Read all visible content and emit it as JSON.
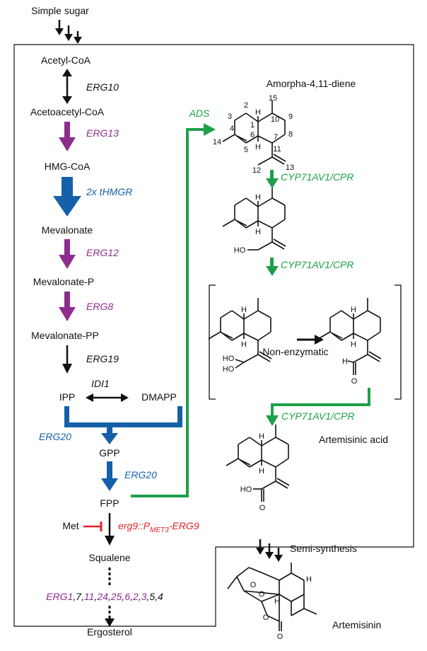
{
  "colors": {
    "purple": "#8e2d8e",
    "blue": "#1560a8",
    "green": "#1fa04a",
    "red": "#e0252a",
    "black": "#111111"
  },
  "pathway": {
    "simple_sugar": "Simple sugar",
    "acetyl_coa": "Acetyl-CoA",
    "erg10": "ERG10",
    "acetoacetyl_coa": "Acetoacetyl-CoA",
    "erg13": "ERG13",
    "hmg_coa": "HMG-CoA",
    "thmgr": "2x tHMGR",
    "mevalonate": "Mevalonate",
    "erg12": "ERG12",
    "mevalonate_p": "Mevalonate-P",
    "erg8": "ERG8",
    "mevalonate_pp": "Mevalonate-PP",
    "erg19": "ERG19",
    "ipp": "IPP",
    "idi1": "IDI1",
    "dmapp": "DMAPP",
    "erg20_a": "ERG20",
    "gpp": "GPP",
    "erg20_b": "ERG20",
    "fpp": "FPP",
    "met": "Met",
    "erg9_prefix": "erg9::P",
    "erg9_sub": "MET3",
    "erg9_suffix": "-ERG9",
    "squalene": "Squalene",
    "erg_list": [
      {
        "t": "ERG1",
        "c": "purple"
      },
      {
        "t": ",",
        "c": "black"
      },
      {
        "t": "7",
        "c": "black"
      },
      {
        "t": ",",
        "c": "black"
      },
      {
        "t": "11",
        "c": "purple"
      },
      {
        "t": ",",
        "c": "black"
      },
      {
        "t": "24",
        "c": "purple"
      },
      {
        "t": ",",
        "c": "black"
      },
      {
        "t": "25",
        "c": "purple"
      },
      {
        "t": ",",
        "c": "black"
      },
      {
        "t": "6",
        "c": "purple"
      },
      {
        "t": ",",
        "c": "black"
      },
      {
        "t": "2",
        "c": "purple"
      },
      {
        "t": ",",
        "c": "black"
      },
      {
        "t": "3",
        "c": "purple"
      },
      {
        "t": ",",
        "c": "black"
      },
      {
        "t": "5",
        "c": "black"
      },
      {
        "t": ",",
        "c": "black"
      },
      {
        "t": "4",
        "c": "black"
      }
    ],
    "ergosterol": "Ergosterol"
  },
  "artemisinin_branch": {
    "ads": "ADS",
    "amorphadiene": "Amorpha-4,11-diene",
    "atom_numbers": [
      "1",
      "2",
      "3",
      "4",
      "5",
      "6",
      "7",
      "8",
      "9",
      "10",
      "11",
      "12",
      "13",
      "14",
      "15"
    ],
    "cyp_1": "CYP71AV1/CPR",
    "cyp_2": "CYP71AV1/CPR",
    "cyp_3": "CYP71AV1/CPR",
    "non_enzymatic": "Non-enzymatic",
    "artemisinic_acid": "Artemisinic acid",
    "semi_synthesis": "Semi-synthesis",
    "artemisinin": "Artemisinin",
    "atoms": {
      "H": "H",
      "HO": "HO",
      "OH": "HO",
      "O": "O"
    }
  }
}
